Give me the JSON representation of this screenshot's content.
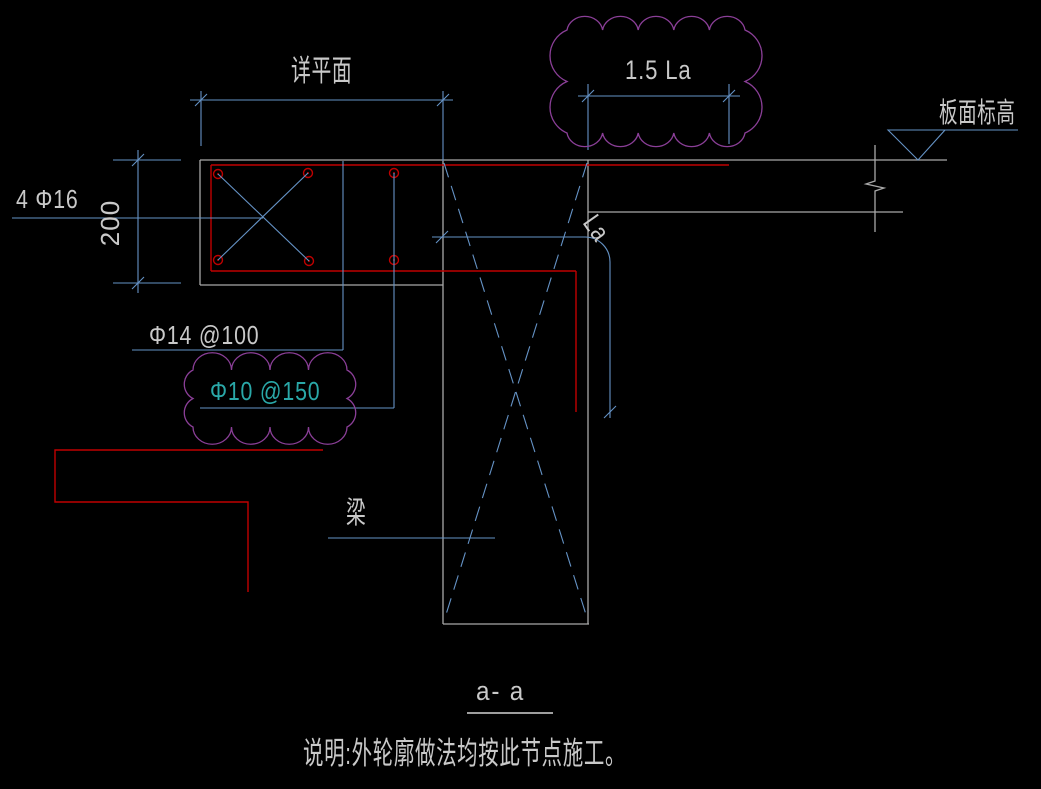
{
  "drawing": {
    "type": "cad-structural-detail",
    "section_title": "a- a",
    "note": "说明:外轮廓做法均按此节点施工。",
    "dimensions": {
      "plan_extent": "详平面",
      "top_bar_anchorage": "1.5 La",
      "bend_anchorage": "La",
      "column_width": "200"
    },
    "labels": {
      "slab_elevation": "板面标高",
      "corner_bars": "4 Φ16",
      "stirrup_spacing": "Φ14 @100",
      "tie_spacing": "Φ10 @150",
      "beam": "梁"
    }
  },
  "colors": {
    "bg": "#000000",
    "object": "#a8a8a8",
    "dim": "#6593c6",
    "rebar": "#c00000",
    "cloud": "#8b3f98",
    "revision_text": "#2aa8a8",
    "text": "#c9c9c9"
  }
}
